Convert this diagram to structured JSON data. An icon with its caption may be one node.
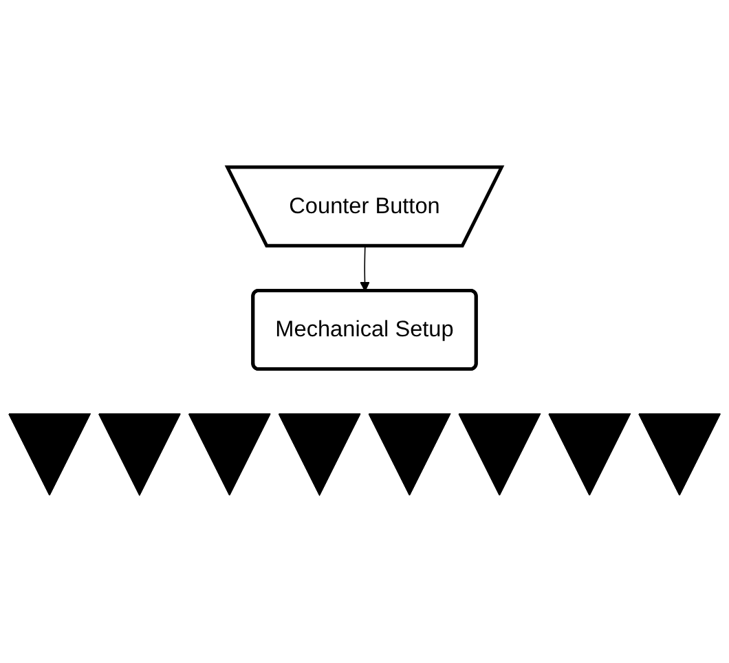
{
  "diagram": {
    "nodes": [
      {
        "text": [
          "Counter Button"
        ]
      },
      {
        "text": [
          "Mechanical Setup"
        ]
      },
      {
        "text": [],
        "shape": "shield"
      },
      {
        "text": [],
        "shape": "shield"
      },
      {
        "text": [],
        "shape": "shield"
      },
      {
        "text": [],
        "shape": "shield"
      },
      {
        "text": [],
        "shape": "shield"
      },
      {
        "text": [],
        "shape": "shield"
      },
      {
        "text": [],
        "shape": "shield"
      },
      {
        "text": [],
        "shape": "shield"
      }
    ],
    "edges": [
      {
        "from": 0,
        "to": 1,
        "arrow": "to"
      }
    ]
  }
}
